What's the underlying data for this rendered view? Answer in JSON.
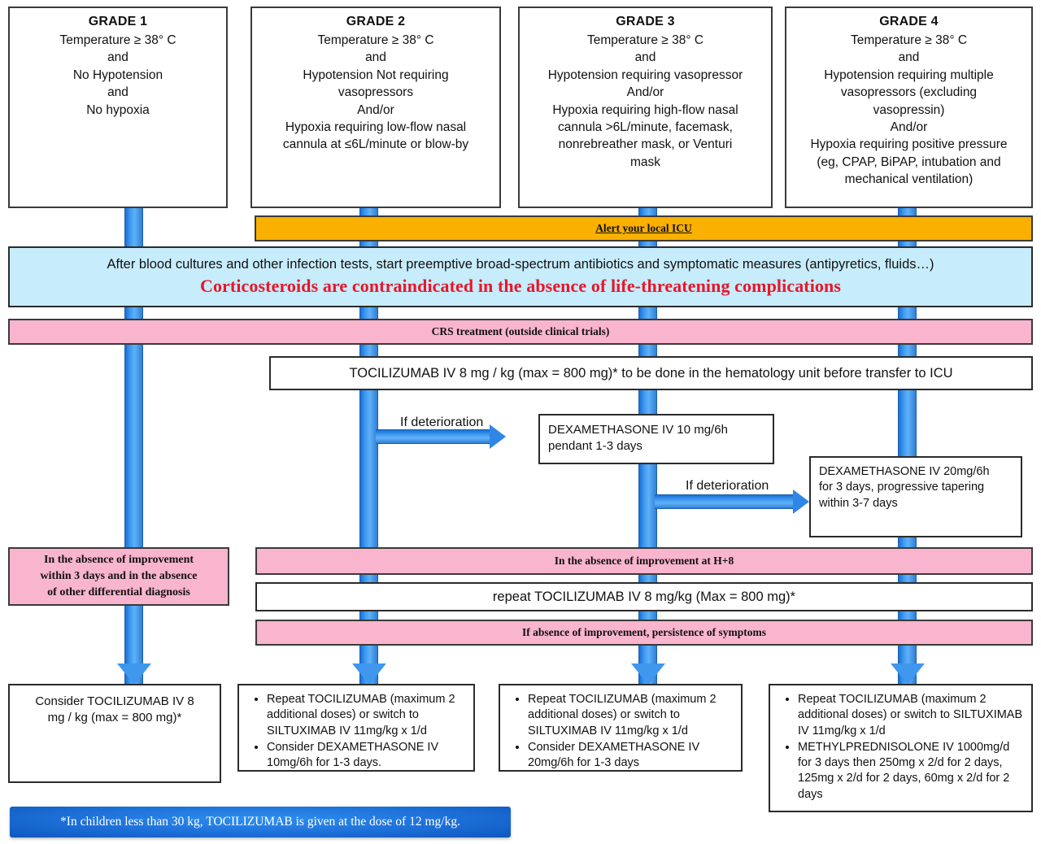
{
  "grades": [
    {
      "title": "GRADE 1",
      "lines": [
        "Temperature ≥ 38° C",
        "and",
        "No Hypotension",
        "and",
        "No hypoxia"
      ]
    },
    {
      "title": "GRADE 2",
      "lines": [
        "Temperature ≥ 38° C",
        "and",
        "Hypotension Not requiring",
        "vasopressors",
        "And/or",
        "Hypoxia requiring low-flow nasal",
        "cannula at ≤6L/minute or blow-by"
      ]
    },
    {
      "title": "GRADE 3",
      "lines": [
        "Temperature ≥ 38° C",
        "and",
        "Hypotension requiring vasopressor",
        "And/or",
        "Hypoxia requiring high-flow nasal",
        "cannula >6L/minute, facemask,",
        "nonrebreather mask, or Venturi",
        "mask"
      ]
    },
    {
      "title": "GRADE 4",
      "lines": [
        "Temperature ≥ 38° C",
        "and",
        "Hypotension requiring multiple",
        "vasopressors (excluding",
        "vasopressin)",
        "And/or",
        "Hypoxia requiring positive pressure",
        "(eg, CPAP, BiPAP, intubation and",
        "mechanical ventilation)"
      ]
    }
  ],
  "alert_bar": {
    "label": "Alert your local ICU"
  },
  "antibiotics_box": {
    "line1": "After blood cultures and other infection tests, start preemptive broad-spectrum antibiotics and symptomatic measures (antipyretics, fluids…)",
    "line2": "Corticosteroids are contraindicated in the absence of life-threatening complications"
  },
  "crs_bar": {
    "label": "CRS treatment (outside clinical trials)"
  },
  "tocilizumab_box": {
    "label": "TOCILIZUMAB IV 8 mg / kg (max = 800 mg)* to be done in the hematology unit before transfer to ICU"
  },
  "deterioration_1": {
    "edge_label": "If  deterioration",
    "box_line1": "DEXAMETHASONE IV 10 mg/6h",
    "box_line2": "pendant 1-3 days"
  },
  "deterioration_2": {
    "edge_label": "If deterioration",
    "box_line1": "DEXAMETHASONE IV 20mg/6h",
    "box_line2": "for 3 days, progressive tapering",
    "box_line3": "within 3-7 days"
  },
  "improvement_left_box": {
    "line1": "In the absence of improvement",
    "line2": "within 3 days and in the absence",
    "line3": "of other differential diagnosis"
  },
  "improvement_bar": {
    "label": "In the absence of improvement at H+8"
  },
  "repeat_toci_bar": {
    "label": "repeat TOCILIZUMAB IV 8 mg/kg  (Max = 800 mg)*"
  },
  "persistence_bar": {
    "label": "If absence of improvement, persistence of symptoms"
  },
  "outcomes": [
    {
      "type": "plain",
      "line1": "Consider TOCILIZUMAB IV 8",
      "line2": "mg / kg (max = 800 mg)*"
    },
    {
      "type": "bullets",
      "bullets": [
        "Repeat TOCILIZUMAB (maximum 2 additional doses) or switch to SILTUXIMAB IV 11mg/kg x 1/d",
        "Consider DEXAMETHASONE IV 10mg/6h for 1-3 days."
      ]
    },
    {
      "type": "bullets",
      "bullets": [
        "Repeat TOCILIZUMAB (maximum 2 additional doses) or switch to SILTUXIMAB IV 11mg/kg x 1/d",
        "Consider DEXAMETHASONE IV 20mg/6h for 1-3 days"
      ]
    },
    {
      "type": "bullets",
      "bullets": [
        "Repeat TOCILIZUMAB (maximum 2 additional doses) or switch to SILTUXIMAB IV 11mg/kg x 1/d",
        "METHYLPREDNISOLONE IV 1000mg/d for 3 days then 250mg x 2/d for 2 days, 125mg x 2/d for 2 days, 60mg x 2/d for 2 days"
      ]
    }
  ],
  "footnote": {
    "label": "*In children less than 30 kg, TOCILIZUMAB is given at the dose of 12 mg/kg."
  },
  "colors": {
    "alert_orange": "#f9b000",
    "info_blue": "#c7ecfb",
    "warning_red": "#e8162a",
    "pink": "#f9b4ce",
    "connector_blue": "#3f9bf2",
    "footnote_blue": "#1d6fd8"
  }
}
